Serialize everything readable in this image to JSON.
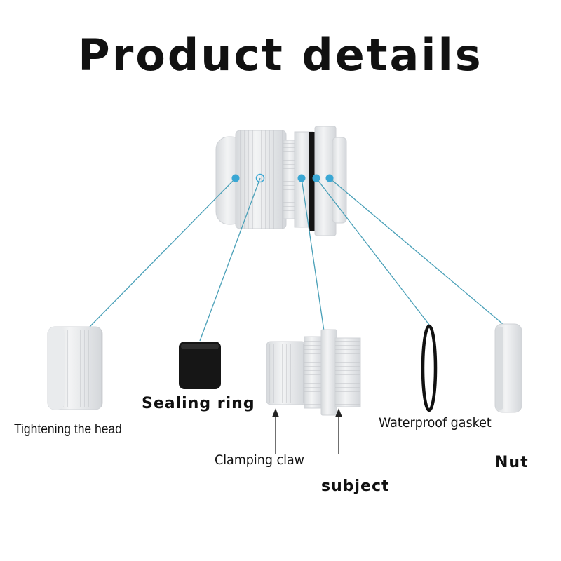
{
  "title": "Product details",
  "colors": {
    "leader_line": "#4aa0b8",
    "marker_dot": "#3aa7d4",
    "plastic": "#e9ebed",
    "plastic_shade": "#c9ccd0",
    "rubber": "#111111"
  },
  "labels": {
    "tightening_head": "Tightening the head",
    "sealing_ring": "Sealing ring",
    "clamping_claw": "Clamping claw",
    "subject": "subject",
    "waterproof_gasket": "Waterproof gasket",
    "nut": "Nut"
  }
}
